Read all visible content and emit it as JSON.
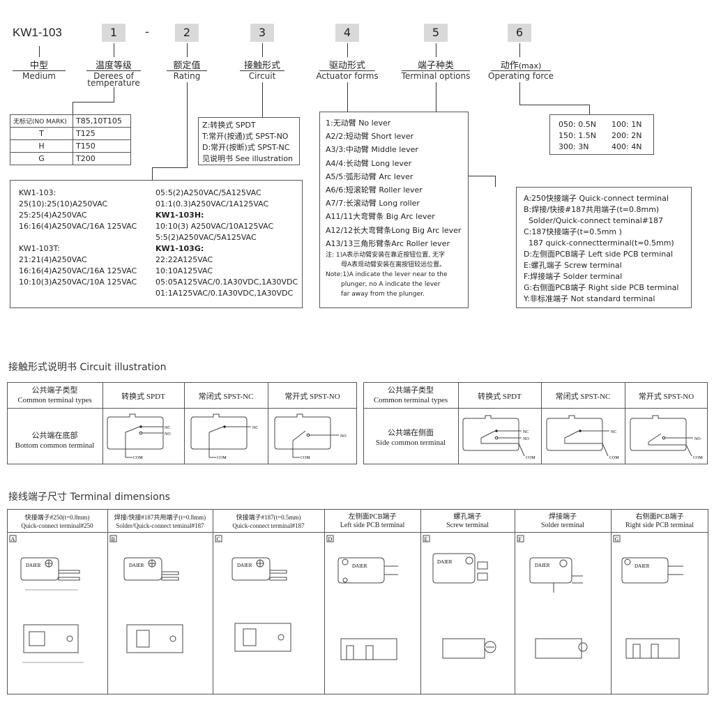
{
  "model": "KW1-103",
  "codes": [
    {
      "label": "1"
    },
    {
      "label": "2"
    },
    {
      "label": "3"
    },
    {
      "label": "4"
    },
    {
      "label": "5"
    },
    {
      "label": "6"
    }
  ],
  "dash": "-",
  "headers": [
    {
      "cn": "中型",
      "en": "Medium"
    },
    {
      "cn": "温度等级",
      "en": "Derees of",
      "en2": "temperature"
    },
    {
      "cn": "额定值",
      "en": "Rating"
    },
    {
      "cn": "接触形式",
      "en": "Circuit"
    },
    {
      "cn": "驱动形式",
      "en": "Actuator forms"
    },
    {
      "cn": "端子种类",
      "en": "Terminal options"
    },
    {
      "cn": "动作",
      "cn_suffix": "(max)",
      "en": "Operating force"
    }
  ],
  "temp_table": [
    [
      "无标记(NO MARK)",
      "T85,10T105"
    ],
    [
      "T",
      "T125"
    ],
    [
      "H",
      "T150"
    ],
    [
      "G",
      "T200"
    ]
  ],
  "circuit_lines": [
    "Z:转换式 SPDT",
    "T:常开(按通)式 SPST-NO",
    "D:常开(按断)式 SPST-NC",
    "见说明书 See illustration"
  ],
  "rating_left": [
    "KW1-103:",
    "25(10):25(10)A250VAC",
    "25:25(4)A250VAC",
    "16:16(4)A250VAC/16A 125VAC",
    "",
    "KW1-103T:",
    "21:21(4)A250VAC",
    "16:16(4)A250VAC/16A 125VAC",
    "10:10(3)A250VAC/10A 125VAC"
  ],
  "rating_right": [
    "05:5(2)A250VAC/5A125VAC",
    "01:1(0.3)A250VAC/1A125VAC",
    "KW1-103H:",
    "10:10(3) A250VAC/10A125VAC",
    "5:5(2)A250VAC/5A125VAC",
    "KW1-103G:",
    "22:22A125VAC",
    "10:10A125VAC",
    "05:05A125VAC/0.1A30VDC,1A30VDC",
    "01:1A125VAC/0.1A30VDC,1A30VDC"
  ],
  "actuator_lines": [
    "1:无动臂 No lever",
    "A2/2:短动臂 Short lever",
    "A3/3:中动臂 Middle lever",
    "A4/4:长动臂 Long lever",
    "A5/5:弧形动臂 Arc lever",
    "A6/6:短滚轮臂 Roller lever",
    "A7/7:长滚动臂 Long roller",
    "A11/11大弯臂条 Big Arc lever",
    "A12/12长大弯臂条Long Big Arc lever",
    "A13/13三角形臂条Arc Roller lever"
  ],
  "actuator_notes": [
    "注: 1)A表示动臂安装在靠近按钮位置, 无字",
    "母A表现动臂安装在离按钮较远位置。",
    "Note:1)A indicate the lever near to the",
    "plunger, no A indicate the lever",
    "far away from the plunger."
  ],
  "force_lines": [
    [
      "050: 0.5N",
      "100: 1N"
    ],
    [
      "150: 1.5N",
      "200: 2N"
    ],
    [
      "300: 3N",
      "400: 4N"
    ]
  ],
  "terminal_lines": [
    "A:250快接端子 Quick-connect terminal",
    "B:焊接/快接#187共用端子(t=0.8mm)",
    "  Solder/Quick-connect teminal#187",
    "C:187快接端子(t=0.5mm )",
    "  187 quick-connectterminal(t=0.5mm)",
    "D:左侧面PCB端子 Left side PCB terminal",
    "E:螺孔端子 Screw terminal",
    "F:焊接端子 Solder terminal",
    "G:右侧面PCB端子 Right side PCB terminal",
    "Y:非标准端子 Not standard terminal"
  ],
  "circuit_section": {
    "title": "接触形式说明书 Circuit illustration",
    "left": {
      "type_cn": "公共端子类型",
      "type_en": "Common terminal types",
      "row_cn": "公共端在底部",
      "row_en": "Bottom common terminal"
    },
    "right": {
      "type_cn": "公共端子类型",
      "type_en": "Common terminal types",
      "row_cn": "公共端在侧面",
      "row_en": "Side common terminal"
    },
    "cols": [
      "转换式 SPDT",
      "常闭式 SPST-NC",
      "常开式 SPST-NO"
    ],
    "nc": "NC",
    "no": "NO",
    "com": "COM"
  },
  "terminal_section": {
    "title": "接线端子尺寸 Terminal dimensions",
    "cols": [
      {
        "l1": "快接端子#250(t=0.8mm)",
        "l2": "Quick-connect terminal#250",
        "tag": "A"
      },
      {
        "l1": "焊接/快接#187共用端子(t=0.8mm)",
        "l2": "Solder/Quick-connect teminal#187",
        "tag": "B"
      },
      {
        "l1": "快接端子#187(t=0.5mm)",
        "l2": "Quick-connect terminal#187",
        "tag": "C"
      },
      {
        "l1": "左侧面PCB端子",
        "l2": "Left side PCB terminal",
        "tag": "D"
      },
      {
        "l1": "螺孔端子",
        "l2": "Screw terminal",
        "tag": "E"
      },
      {
        "l1": "焊接端子",
        "l2": "Solder terminal",
        "tag": "F"
      },
      {
        "l1": "右侧面PCB端子",
        "l2": "Right side PCB terminal",
        "tag": "G"
      }
    ],
    "brand": "DAIER"
  }
}
